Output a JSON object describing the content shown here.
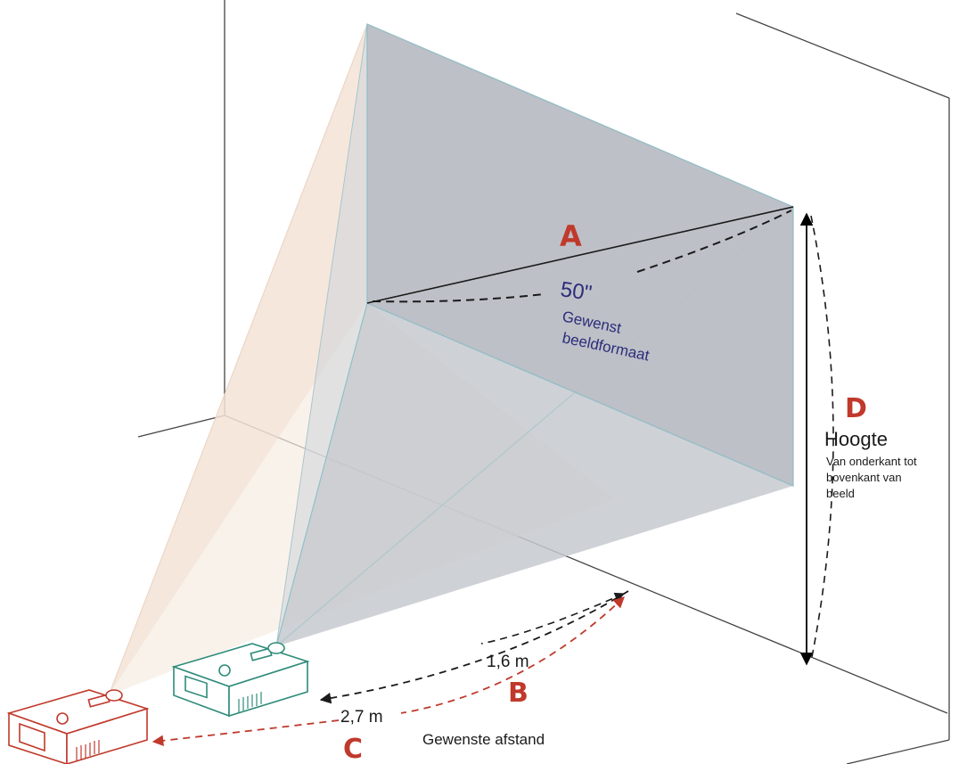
{
  "labels": {
    "A": "A",
    "B": "B",
    "C": "C",
    "D": "D",
    "size": "50\"",
    "size_line1": "Gewenst",
    "size_line2": "beeldformaat",
    "height_title": "Hoogte",
    "height_line1": "Van onderkant tot",
    "height_line2": "bovenkant van",
    "height_line3": "beeld",
    "dist_near": "1,6 m",
    "dist_far": "2,7 m",
    "desired_distance": "Gewenste afstand"
  },
  "colors": {
    "accent_red": "#c0392b",
    "near_projector": "#2e8b7a",
    "far_projector": "#c0392b",
    "screen_fill": "#b9bdc4",
    "far_beam": "#f3e3d6",
    "text_blue": "#2c2c7a"
  },
  "icons": {
    "near_projector": "projector-icon",
    "far_projector": "projector-icon"
  }
}
